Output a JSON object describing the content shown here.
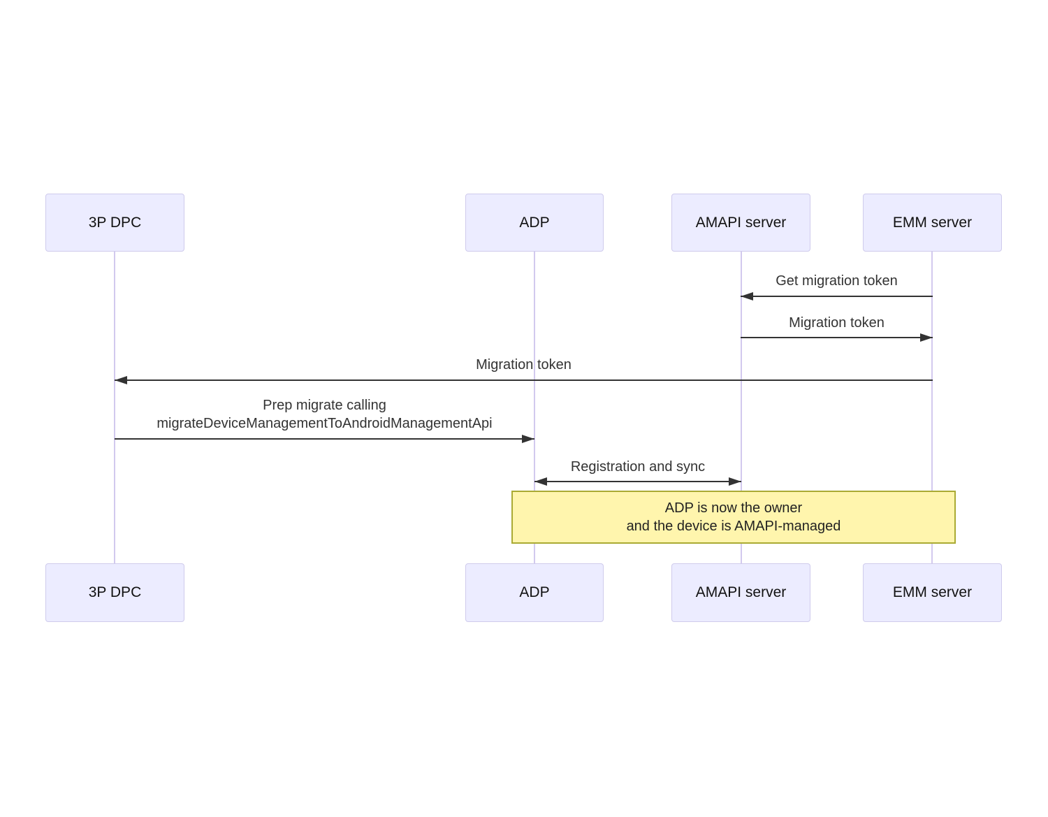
{
  "diagram": {
    "type": "sequence",
    "actors": [
      {
        "name": "3P DPC"
      },
      {
        "name": "ADP"
      },
      {
        "name": "AMAPI server"
      },
      {
        "name": "EMM server"
      }
    ],
    "messages": [
      {
        "label": "Get migration token",
        "from": "EMM server",
        "to": "AMAPI server",
        "arrow": "solid-left"
      },
      {
        "label": "Migration token",
        "from": "AMAPI server",
        "to": "EMM server",
        "arrow": "solid-right"
      },
      {
        "label": "Migration token",
        "from": "EMM server",
        "to": "3P DPC",
        "arrow": "solid-left"
      },
      {
        "label": "Prep migrate calling\nmigrateDeviceManagementToAndroidManagementApi",
        "from": "3P DPC",
        "to": "ADP",
        "arrow": "solid-right"
      },
      {
        "label": "Registration and sync",
        "from": "ADP",
        "to": "AMAPI server",
        "arrow": "solid-both"
      }
    ],
    "note": {
      "text": "ADP is now the owner\nand the device is AMAPI-managed",
      "over": [
        "ADP",
        "AMAPI server",
        "EMM server"
      ]
    },
    "colors": {
      "actor_fill": "#ececff",
      "actor_border": "#cfcbec",
      "lifeline": "#d2c9ee",
      "message": "#333333",
      "note_fill": "#fff5ad",
      "note_border": "#aaaa33"
    }
  }
}
